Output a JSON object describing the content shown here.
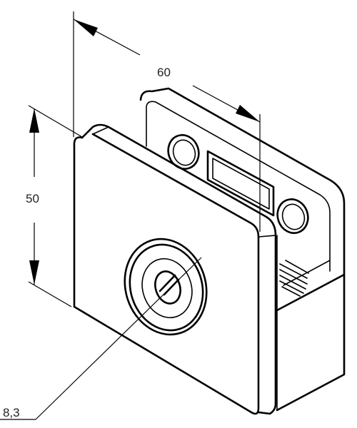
{
  "diagram": {
    "dimensions": {
      "width_label": "60",
      "height_label": "50",
      "hole_label": "8,3"
    }
  }
}
